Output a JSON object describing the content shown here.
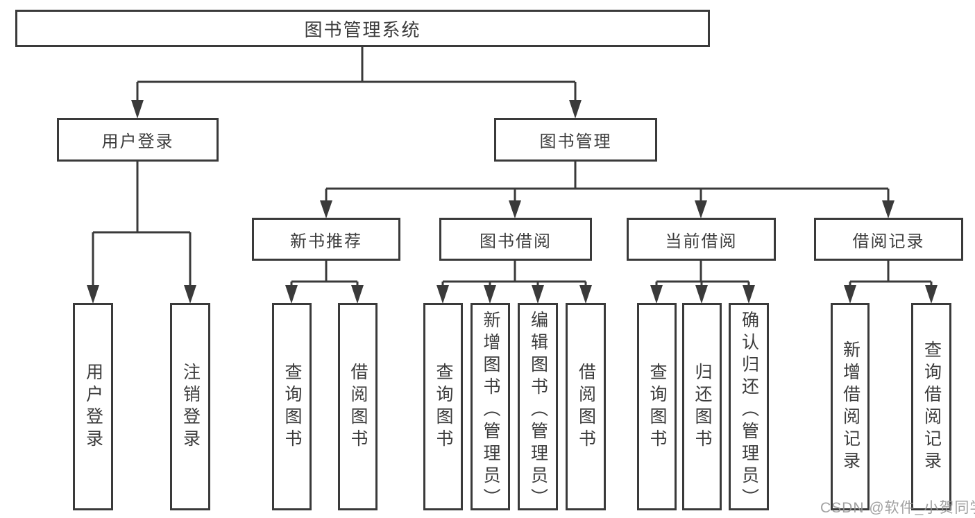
{
  "nodes": {
    "root": "图书管理系统",
    "level2": [
      "用户登录",
      "图书管理"
    ],
    "level3": [
      "新书推荐",
      "图书借阅",
      "当前借阅",
      "借阅记录"
    ],
    "leaves": {
      "user_login": [
        "用户登录",
        "注销登录"
      ],
      "new_book_rec": [
        "查询图书",
        "借阅图书"
      ],
      "book_borrow": [
        "查询图书",
        "新增图书（管理员）",
        "编辑图书（管理员）",
        "借阅图书"
      ],
      "current_borrow": [
        "查询图书",
        "归还图书",
        "确认归还（管理员）"
      ],
      "borrow_record": [
        "新增借阅记录",
        "查询借阅记录"
      ]
    }
  },
  "watermark": "CSDN @软件_小贺同学",
  "colors": {
    "line": "#3a3a3a",
    "text": "#3c3c3c",
    "box_background": "#ffffff",
    "watermark": "#949494"
  }
}
